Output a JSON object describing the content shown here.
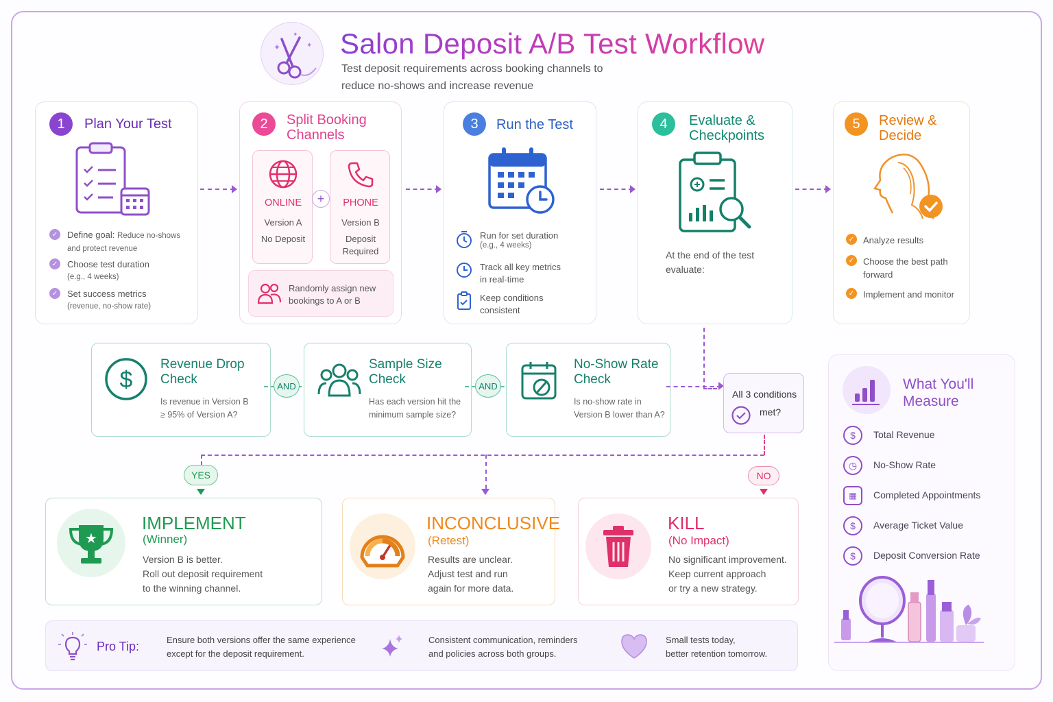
{
  "header": {
    "title": "Salon Deposit A/B Test Workflow",
    "subtitle_line1": "Test deposit requirements across booking channels to",
    "subtitle_line2": "reduce no-shows and increase revenue"
  },
  "steps": [
    {
      "number": "1",
      "title": "Plan Your Test",
      "items": [
        {
          "strong": "Define goal:",
          "text": "Reduce no-shows",
          "text2": "and protect revenue"
        },
        {
          "strong": "Choose test duration",
          "text2": "(e.g., 4 weeks)"
        },
        {
          "strong": "Set success metrics",
          "text2": "(revenue, no-show rate)"
        }
      ]
    },
    {
      "number": "2",
      "title_line1": "Split Booking",
      "title_line2": "Channels",
      "channel_a": {
        "name": "ONLINE",
        "version": "Version A",
        "desc": "No Deposit"
      },
      "channel_b": {
        "name": "PHONE",
        "version": "Version B",
        "desc1": "Deposit",
        "desc2": "Required"
      },
      "plus": "+",
      "assign_line1": "Randomly assign new",
      "assign_line2": "bookings to A or B"
    },
    {
      "number": "3",
      "title": "Run the Test",
      "items": [
        {
          "line1": "Run for set duration",
          "line2": "(e.g., 4 weeks)"
        },
        {
          "line1": "Track all key metrics",
          "line2": "in real-time"
        },
        {
          "line1": "Keep conditions",
          "line2": "consistent"
        }
      ]
    },
    {
      "number": "4",
      "title_line1": "Evaluate &",
      "title_line2": "Checkpoints",
      "desc_line1": "At the end of the test",
      "desc_line2": "evaluate:"
    },
    {
      "number": "5",
      "title_line1": "Review &",
      "title_line2": "Decide",
      "items": [
        {
          "line1": "Analyze results"
        },
        {
          "line1": "Choose the best path",
          "line2": "forward"
        },
        {
          "line1": "Implement and monitor"
        }
      ]
    }
  ],
  "checks": [
    {
      "title1": "Revenue Drop",
      "title2": "Check",
      "desc1": "Is revenue in Version B",
      "desc2": "≥ 95% of Version A?"
    },
    {
      "title1": "Sample Size",
      "title2": "Check",
      "desc1": "Has each version hit the",
      "desc2": "minimum sample size?"
    },
    {
      "title1": "No-Show Rate",
      "title2": "Check",
      "desc1": "Is no-show rate in",
      "desc2": "Version B lower than A?"
    }
  ],
  "and_label": "AND",
  "decision": {
    "line1": "All 3 conditions",
    "line2": "met?"
  },
  "yes_label": "YES",
  "no_label": "NO",
  "outcomes": [
    {
      "title": "IMPLEMENT",
      "sub": "(Winner)",
      "lines": [
        "Version B is better.",
        "Roll out deposit requirement",
        "to the winning channel."
      ]
    },
    {
      "title": "INCONCLUSIVE",
      "sub": "(Retest)",
      "lines": [
        "Results are unclear.",
        "Adjust test and run",
        "again for more data."
      ]
    },
    {
      "title": "KILL",
      "sub": "(No Impact)",
      "lines": [
        "No significant improvement.",
        "Keep current approach",
        "or try a new strategy."
      ]
    }
  ],
  "measure": {
    "title1": "What You'll",
    "title2": "Measure",
    "items": [
      "Total Revenue",
      "No-Show Rate",
      "Completed Appointments",
      "Average Ticket Value",
      "Deposit Conversion Rate"
    ]
  },
  "tips": {
    "label": "Pro Tip:",
    "tip1_line1": "Ensure both versions offer the same experience",
    "tip1_line2": "except for the deposit requirement.",
    "tip2_line1": "Consistent communication, reminders",
    "tip2_line2": "and policies across both groups.",
    "tip3_line1": "Small tests today,",
    "tip3_line2": "better retention tomorrow."
  },
  "colors": {
    "purple": "#7e3fc6",
    "pink": "#e83f8f",
    "blue": "#3a6fd8",
    "teal": "#18a88c",
    "orange": "#f08a1a",
    "green": "#1f9a52",
    "red": "#e0306a"
  },
  "icons": [
    "scissors-icon",
    "clipboard-icon",
    "globe-icon",
    "phone-icon",
    "people-icon",
    "calendar-icon",
    "clock-icon",
    "clipboard-chart-icon",
    "woman-profile-icon",
    "dollar-icon",
    "calendar-no-icon",
    "trophy-icon",
    "gauge-icon",
    "trash-icon",
    "bar-chart-icon",
    "lightbulb-icon",
    "sparkle-icon",
    "heart-icon"
  ]
}
